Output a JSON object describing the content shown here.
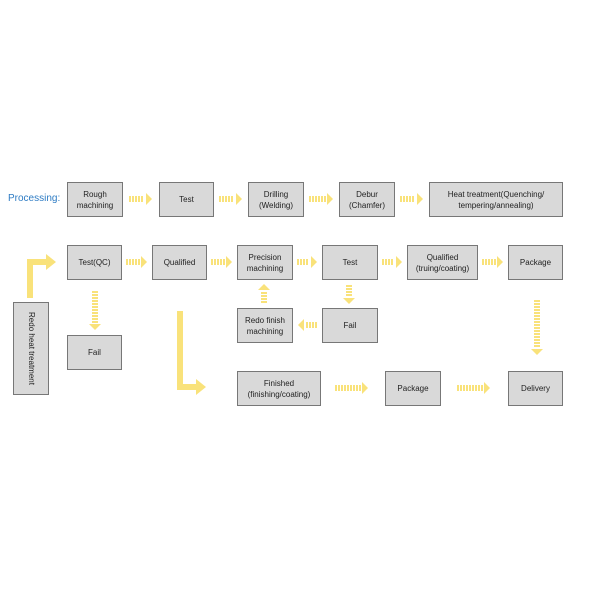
{
  "diagram": {
    "label": "Processing:",
    "colors": {
      "box_fill": "#d9d9d9",
      "box_border": "#777777",
      "arrow": "#f9e27a",
      "label": "#2e7cc4"
    },
    "nodes": {
      "rough": "Rough\nmachining",
      "test1": "Test",
      "drilling": "Drilling\n(Welding)",
      "debur": "Debur\n(Chamfer)",
      "heat": "Heat treatment(Quenching/\ntempering/annealing)",
      "redo_heat": "Redo heat treatment",
      "testqc": "Test(QC)",
      "fail1": "Fail",
      "qualified1": "Qualified",
      "precision": "Precision\nmachining",
      "redo_finish": "Redo finish\nmachining",
      "test2": "Test",
      "fail2": "Fail",
      "qualified2": "Qualified\n(truing/coating)",
      "package1": "Package",
      "finished": "Finished\n(finishing/coating)",
      "package2": "Package",
      "delivery": "Delivery"
    }
  }
}
